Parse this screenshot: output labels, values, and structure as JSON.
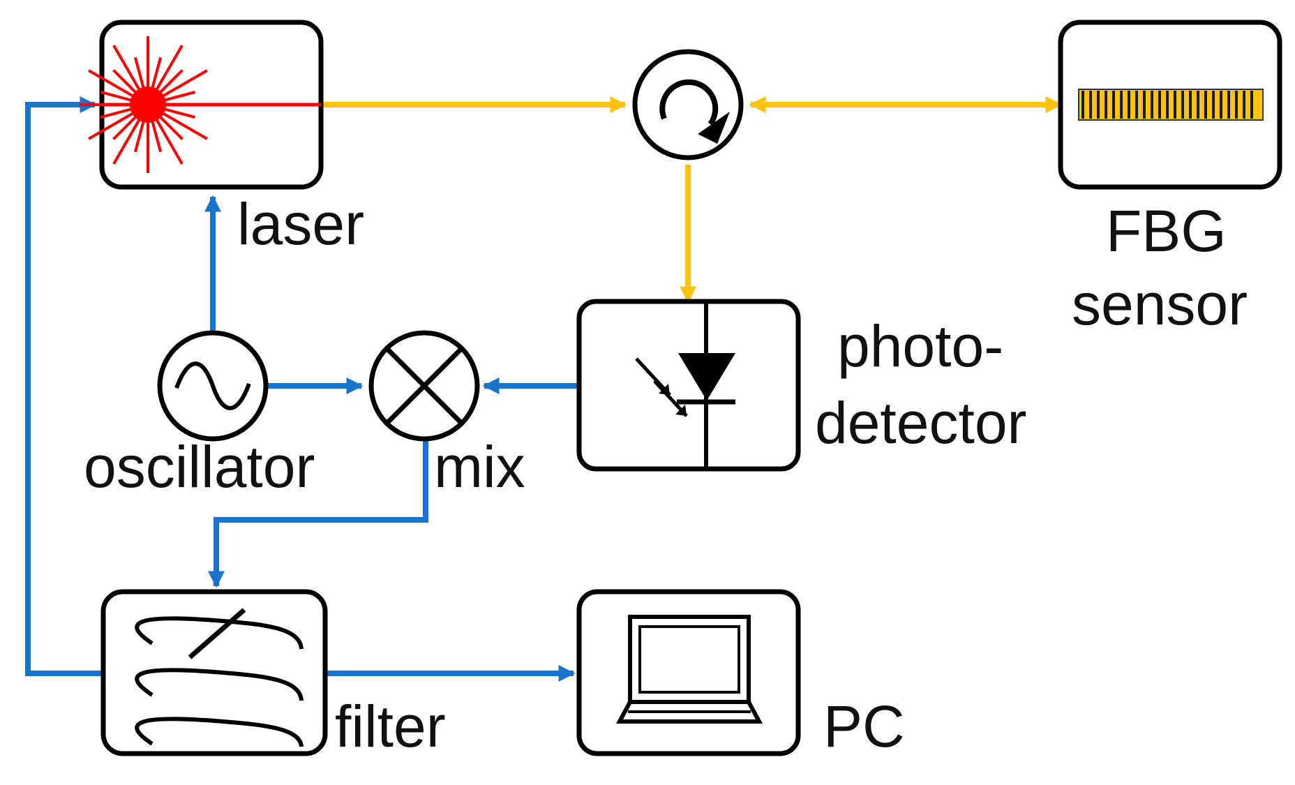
{
  "labels": {
    "laser": "laser",
    "fbg_line1": "FBG",
    "fbg_line2": "sensor",
    "photo_line1": "photo-",
    "photo_line2": "detector",
    "oscillator": "oscillator",
    "mix": "mix",
    "filter": "filter",
    "pc": "PC"
  },
  "colors": {
    "optical": "#FFC20E",
    "electrical": "#1874CD",
    "laser_beam": "#FF0000",
    "fbg_grating": "#E0A800",
    "stroke": "#000000"
  },
  "icons": {
    "laser": "laser-burst-icon",
    "circulator": "circulator-icon",
    "fbg": "fiber-bragg-grating-icon",
    "photodetector": "photodiode-icon",
    "oscillator": "sine-wave-icon",
    "mixer": "mixer-cross-icon",
    "filter": "filter-icon",
    "pc": "laptop-icon"
  }
}
